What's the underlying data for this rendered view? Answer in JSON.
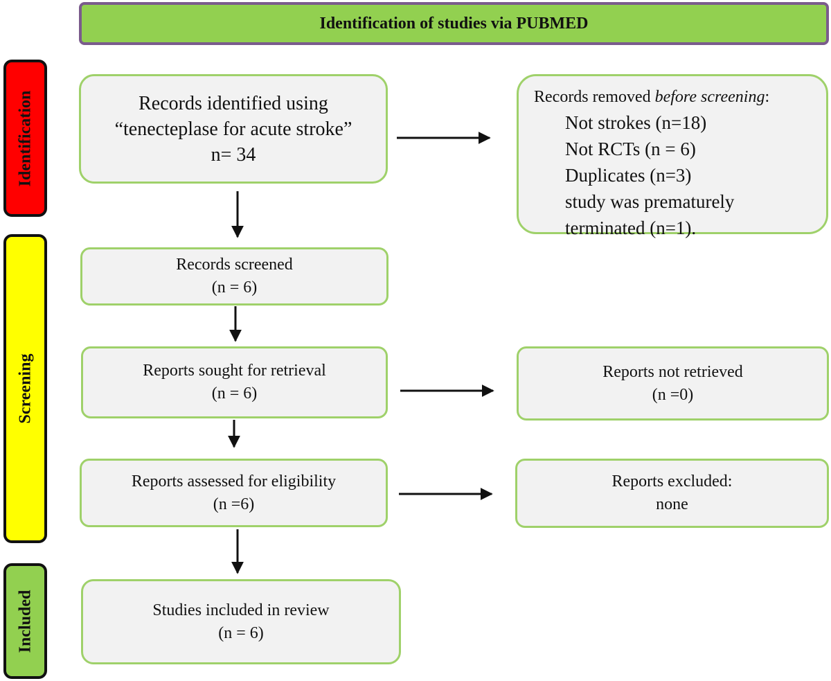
{
  "header": {
    "title": "Identification of studies via PUBMED"
  },
  "phases": {
    "identification": "Identification",
    "screening": "Screening",
    "included": "Included"
  },
  "boxes": {
    "records_identified": {
      "lines": [
        "Records identified using",
        "“tenecteplase for acute stroke”",
        "n= 34"
      ]
    },
    "records_removed": {
      "title_prefix": "Records removed ",
      "title_emphasis": "before screening",
      "title_suffix": ":",
      "items": [
        "Not strokes (n=18)",
        "Not RCTs  (n = 6)",
        "Duplicates (n=3)",
        "study was prematurely",
        "terminated (n=1)."
      ]
    },
    "records_screened": {
      "lines": [
        "Records screened",
        "(n = 6)"
      ]
    },
    "reports_sought": {
      "lines": [
        "Reports sought for retrieval",
        "(n = 6)"
      ]
    },
    "reports_not_retrieved": {
      "lines": [
        "Reports not retrieved",
        "(n =0)"
      ]
    },
    "reports_assessed": {
      "lines": [
        "Reports assessed for eligibility",
        "(n =6)"
      ]
    },
    "reports_excluded": {
      "lines": [
        "Reports excluded:",
        "none"
      ]
    },
    "studies_included": {
      "lines": [
        "Studies included in review",
        "(n = 6)"
      ]
    }
  },
  "colors": {
    "header_fill": "#92d050",
    "header_border": "#7a5b8c",
    "identification_fill": "#ff0000",
    "screening_fill": "#ffff00",
    "included_fill": "#92d050",
    "box_border": "#9fd16a",
    "box_fill": "#f2f2f2"
  }
}
